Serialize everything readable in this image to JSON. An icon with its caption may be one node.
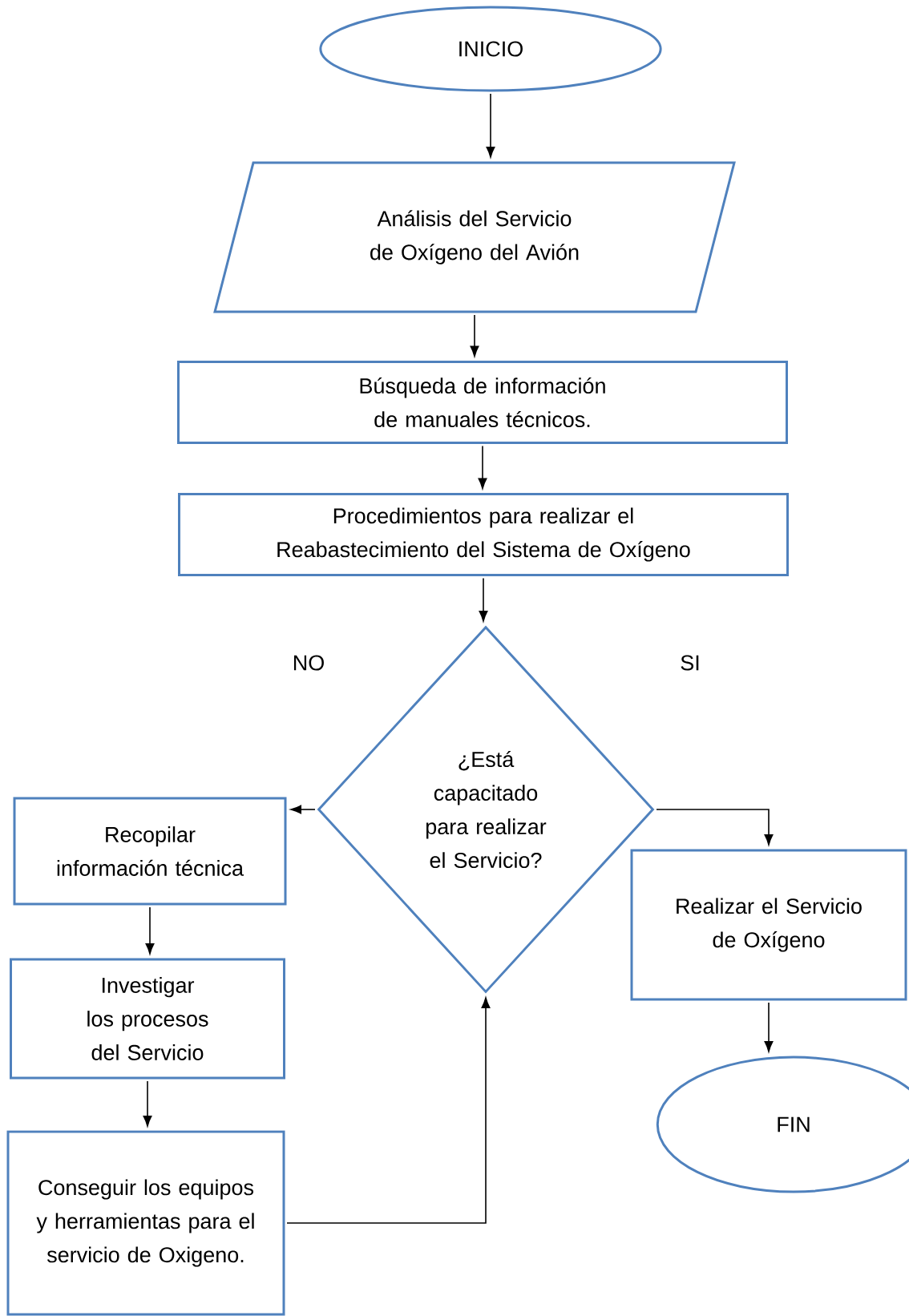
{
  "diagram": {
    "nodes": [
      {
        "text": [
          "INICIO"
        ]
      },
      {
        "text": [
          "Análisis del Servicio de Oxígeno del Avión"
        ]
      },
      {
        "text": [
          "Búsqueda de información de manuales técnicos."
        ]
      },
      {
        "text": [
          "Procedimientos para realizar el Reabastecimiento del Sistema de Oxígeno"
        ]
      },
      {
        "text": [
          "¿Está capacitado para realizar el Servicio?"
        ]
      },
      {
        "text": [
          "Recopilar información técnica"
        ]
      },
      {
        "text": [
          "Investigar los procesos del Servicio"
        ]
      },
      {
        "text": [
          "Conseguir los equipos y herramientas para el servicio de Oxigeno."
        ]
      },
      {
        "text": [
          "Realizar el Servicio de Oxígeno"
        ]
      },
      {
        "text": [
          "FIN"
        ]
      }
    ],
    "edges": [
      {
        "from": 0,
        "to": 1,
        "arrow": "to"
      },
      {
        "from": 1,
        "to": 2,
        "arrow": "to"
      },
      {
        "from": 2,
        "to": 3,
        "arrow": "to"
      },
      {
        "from": 3,
        "to": 4,
        "arrow": "to"
      },
      {
        "from": 4,
        "to": 5,
        "arrow": "to"
      },
      {
        "from": 5,
        "to": 6,
        "arrow": "to"
      },
      {
        "from": 6,
        "to": 7,
        "arrow": "to"
      },
      {
        "from": 7,
        "to": 4,
        "arrow": "to"
      },
      {
        "from": 4,
        "to": 8,
        "arrow": "to"
      },
      {
        "from": 8,
        "to": 9,
        "arrow": "to"
      }
    ],
    "labels": [
      "NO",
      "SI"
    ]
  }
}
